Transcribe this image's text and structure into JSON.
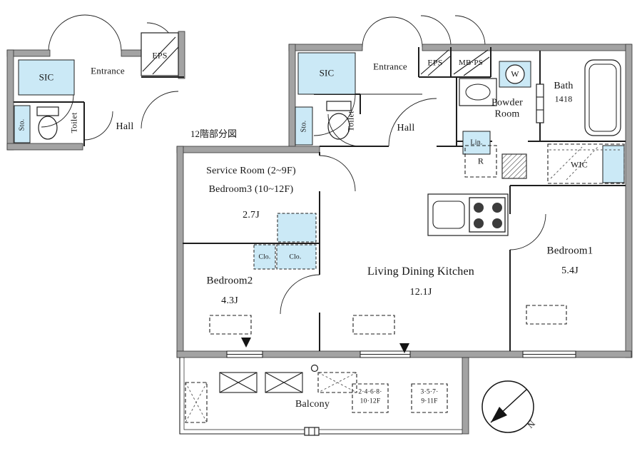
{
  "colors": {
    "closet_blue": "#cbe9f6",
    "wall_gray": "#a3a3a3"
  },
  "inset": {
    "caption": "12階部分図",
    "labels": {
      "sic": "SIC",
      "entrance": "Entrance",
      "eps": "EPS",
      "toilet": "Toilet",
      "sto": "Sto.",
      "hall": "Hall"
    }
  },
  "main": {
    "labels": {
      "sic": "SIC",
      "entrance": "Entrance",
      "eps": "EPS",
      "mb_ps": "MB·PS",
      "washer": "W",
      "bath": "Bath",
      "bath_size": "1418",
      "powder_room": "Powder Room",
      "toilet": "Toilet",
      "sto": "Sto.",
      "hall": "Hall",
      "linen": "Lin.",
      "wic": "WIC",
      "service_room": "Service Room (2~9F)",
      "service_room_alt": "Bedroom3 (10~12F)",
      "service_room_size": "2.7J",
      "bedroom2": "Bedroom2",
      "bedroom2_size": "4.3J",
      "closet_left": "Clo.",
      "closet_right": "Clo.",
      "ldk": "Living Dining Kitchen",
      "ldk_size": "12.1J",
      "bedroom1": "Bedroom1",
      "bedroom1_size": "5.4J",
      "fridge": "R"
    }
  },
  "balcony": {
    "label": "Balcony",
    "note_a": [
      "2·4·6·8·",
      "10·12F"
    ],
    "note_b": [
      "3·5·7·",
      "9·11F"
    ]
  },
  "compass": {
    "north": "N"
  }
}
